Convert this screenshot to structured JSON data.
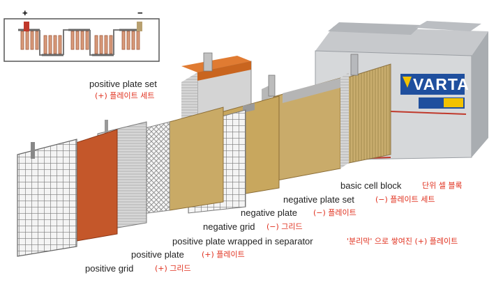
{
  "schematic": {
    "plus": "+",
    "minus": "−"
  },
  "brand": {
    "name": "VARTA"
  },
  "colors": {
    "annotation": "#e0301e",
    "brand_yellow": "#f2c200",
    "brand_blue": "#1f4f9e"
  },
  "labels": [
    {
      "id": "positive-plate-set",
      "en": "positive plate set",
      "kr": "(+) 플레이트 세트"
    },
    {
      "id": "basic-cell-block",
      "en": "basic cell block",
      "kr": "단위 셀 블록"
    },
    {
      "id": "negative-plate-set",
      "en": "negative plate set",
      "kr": "(−) 플레이트 세트"
    },
    {
      "id": "negative-plate",
      "en": "negative plate",
      "kr": "(−) 플레이트"
    },
    {
      "id": "negative-grid",
      "en": "negative grid",
      "kr": "(−) 그리드"
    },
    {
      "id": "positive-plate-separator",
      "en": "positive plate wrapped in separator",
      "kr": "'분리막' 으로 쌓여진 (+) 플레이트"
    },
    {
      "id": "positive-plate",
      "en": "positive plate",
      "kr": "(+) 플레이트"
    },
    {
      "id": "positive-grid",
      "en": "positive grid",
      "kr": "(+) 그리드"
    }
  ]
}
